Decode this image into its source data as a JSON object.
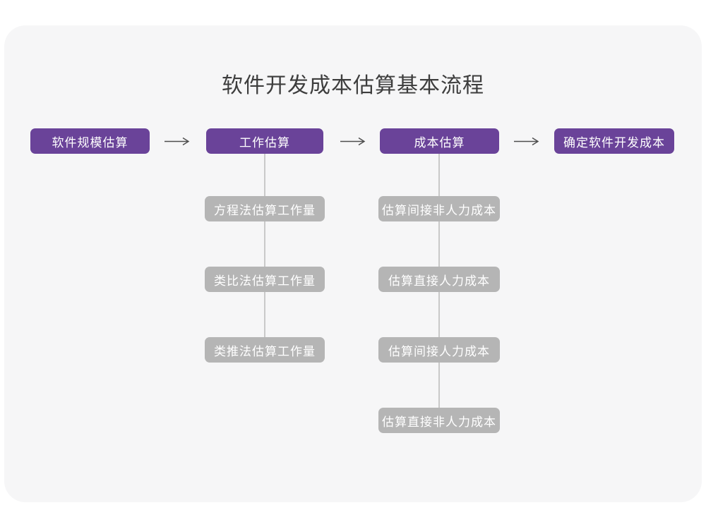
{
  "page_title": "软件开发成本估算基本流程",
  "colors": {
    "stage_node_bg": "#6a4399",
    "method_node_bg": "#b5b5b5",
    "card_bg": "#f6f6f7",
    "arrow": "#4d4d4d",
    "connector_line": "#c9c9c9",
    "title_text": "#3d3d3d",
    "node_text": "#ffffff"
  },
  "flow": {
    "stages": [
      {
        "label": "软件规模估算"
      },
      {
        "label": "工作估算"
      },
      {
        "label": "成本估算"
      },
      {
        "label": "确定软件开发成本"
      }
    ],
    "work_methods": [
      "方程法估算工作量",
      "类比法估算工作量",
      "类推法估算工作量"
    ],
    "cost_methods": [
      "估算间接非人力成本",
      "估算直接人力成本",
      "估算间接人力成本",
      "估算直接非人力成本"
    ]
  }
}
